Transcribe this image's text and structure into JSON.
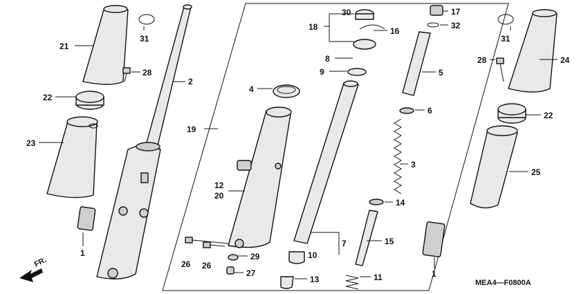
{
  "diagram": {
    "code": "MEA4—F0800A",
    "direction_label": "FR.",
    "callouts": [
      "1",
      "1",
      "2",
      "3",
      "4",
      "5",
      "6",
      "7",
      "8",
      "9",
      "10",
      "11",
      "12",
      "13",
      "14",
      "15",
      "16",
      "17",
      "18",
      "19",
      "20",
      "21",
      "22",
      "22",
      "23",
      "24",
      "25",
      "26",
      "26",
      "27",
      "28",
      "28",
      "29",
      "30",
      "31",
      "31",
      "32"
    ]
  }
}
